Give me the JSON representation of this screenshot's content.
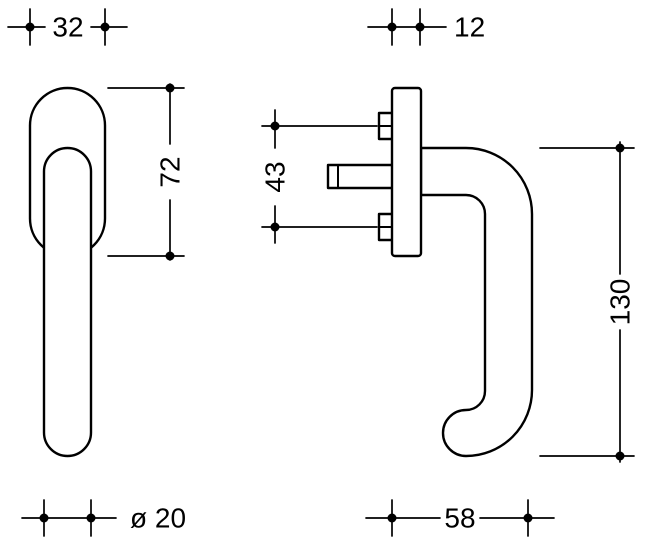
{
  "title": "Window handle technical drawing, two views with dimensions",
  "colors": {
    "background": "#ffffff",
    "line": "#000000"
  },
  "dimensions": {
    "rosette_width": "32",
    "plate_thickness": "12",
    "rosette_height": "72",
    "screw_spacing": "43",
    "handle_length": "130",
    "grip_diameter": "ø 20",
    "projection": "58"
  }
}
